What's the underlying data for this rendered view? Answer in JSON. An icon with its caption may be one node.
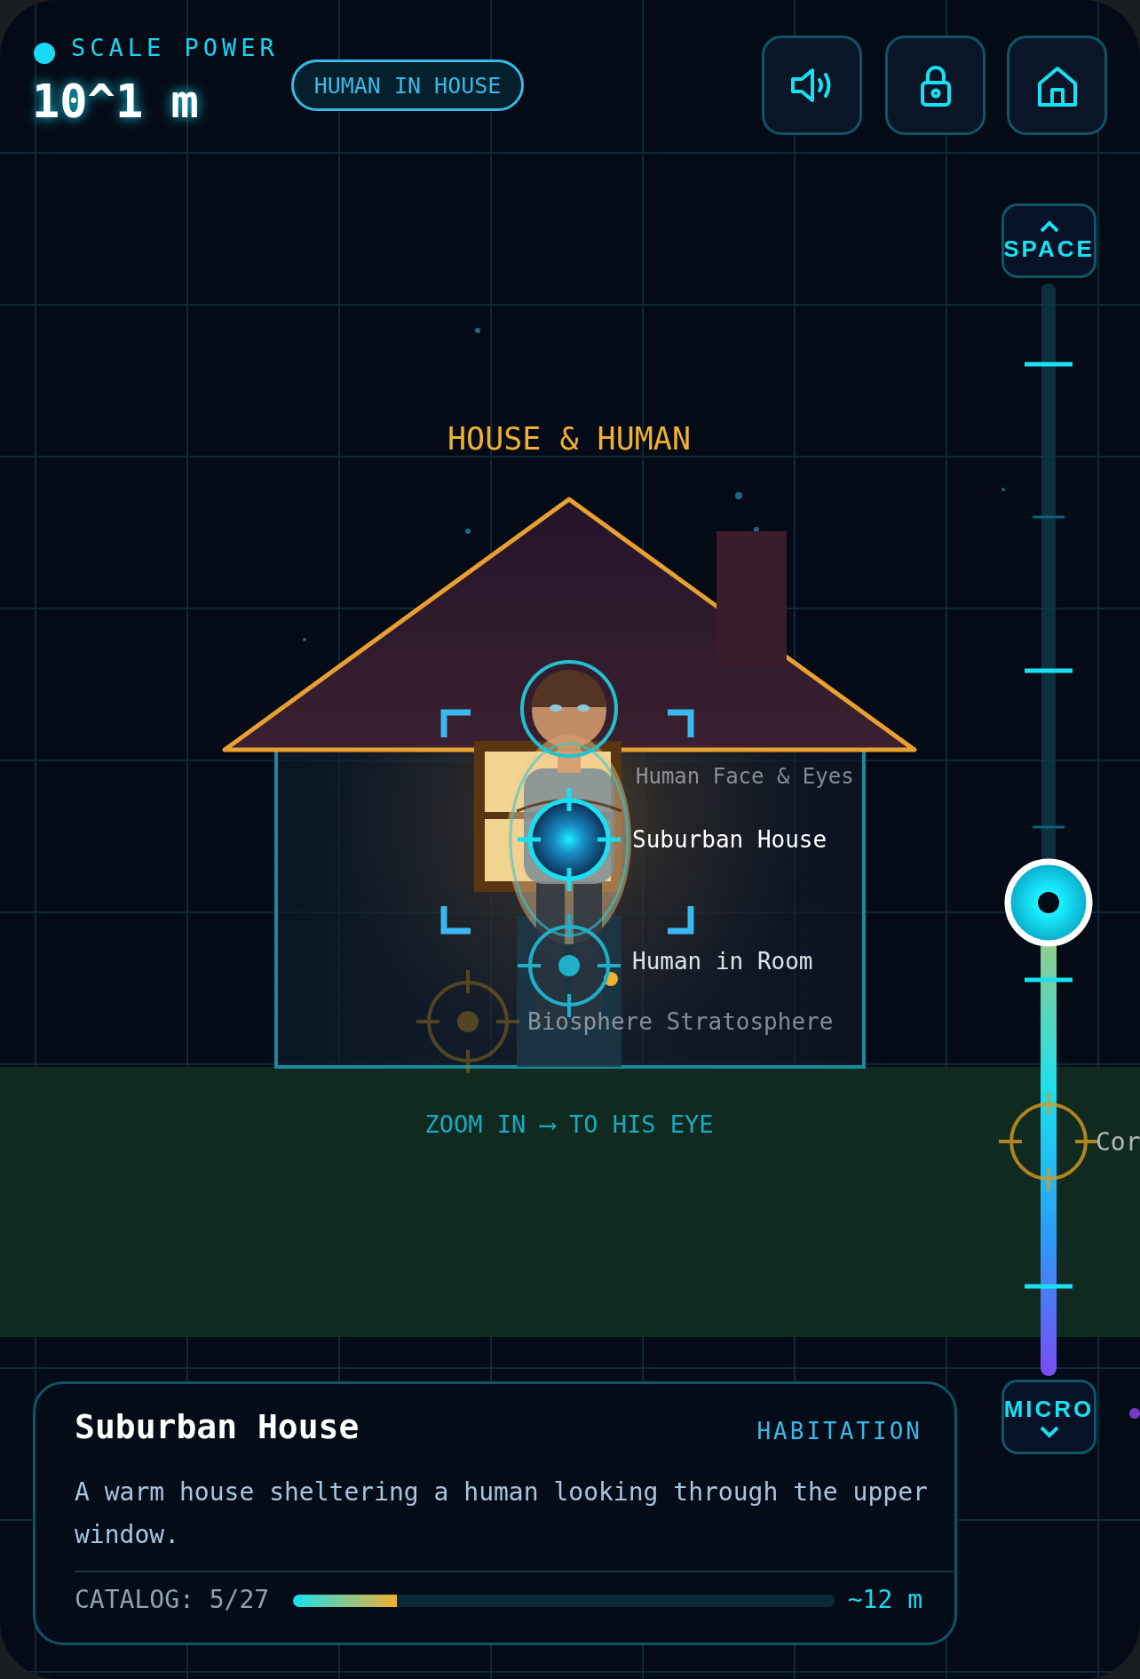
{
  "diagram": {
    "nodes": [
      {
        "text": [
          "Human Face & Eyes"
        ]
      },
      {
        "text": [
          "Suburban House"
        ]
      },
      {
        "text": [
          "Human in Room"
        ]
      },
      {
        "text": [
          "Biosphere Stratosphere"
        ]
      },
      {
        "text": [
          "Cor"
        ]
      },
      {
        "text": [
          "Suburban House",
          "HABITATION",
          "A warm house sheltering a human looking through the upper window.",
          "CATALOG: 5/27",
          "~12 m"
        ]
      }
    ],
    "labels": [
      "SCALE POWER",
      "10^1 m",
      "HUMAN IN HOUSE",
      "SPACE",
      "HOUSE & HUMAN",
      "ZOOM IN ⟶ TO HIS EYE",
      "MICRO"
    ]
  }
}
